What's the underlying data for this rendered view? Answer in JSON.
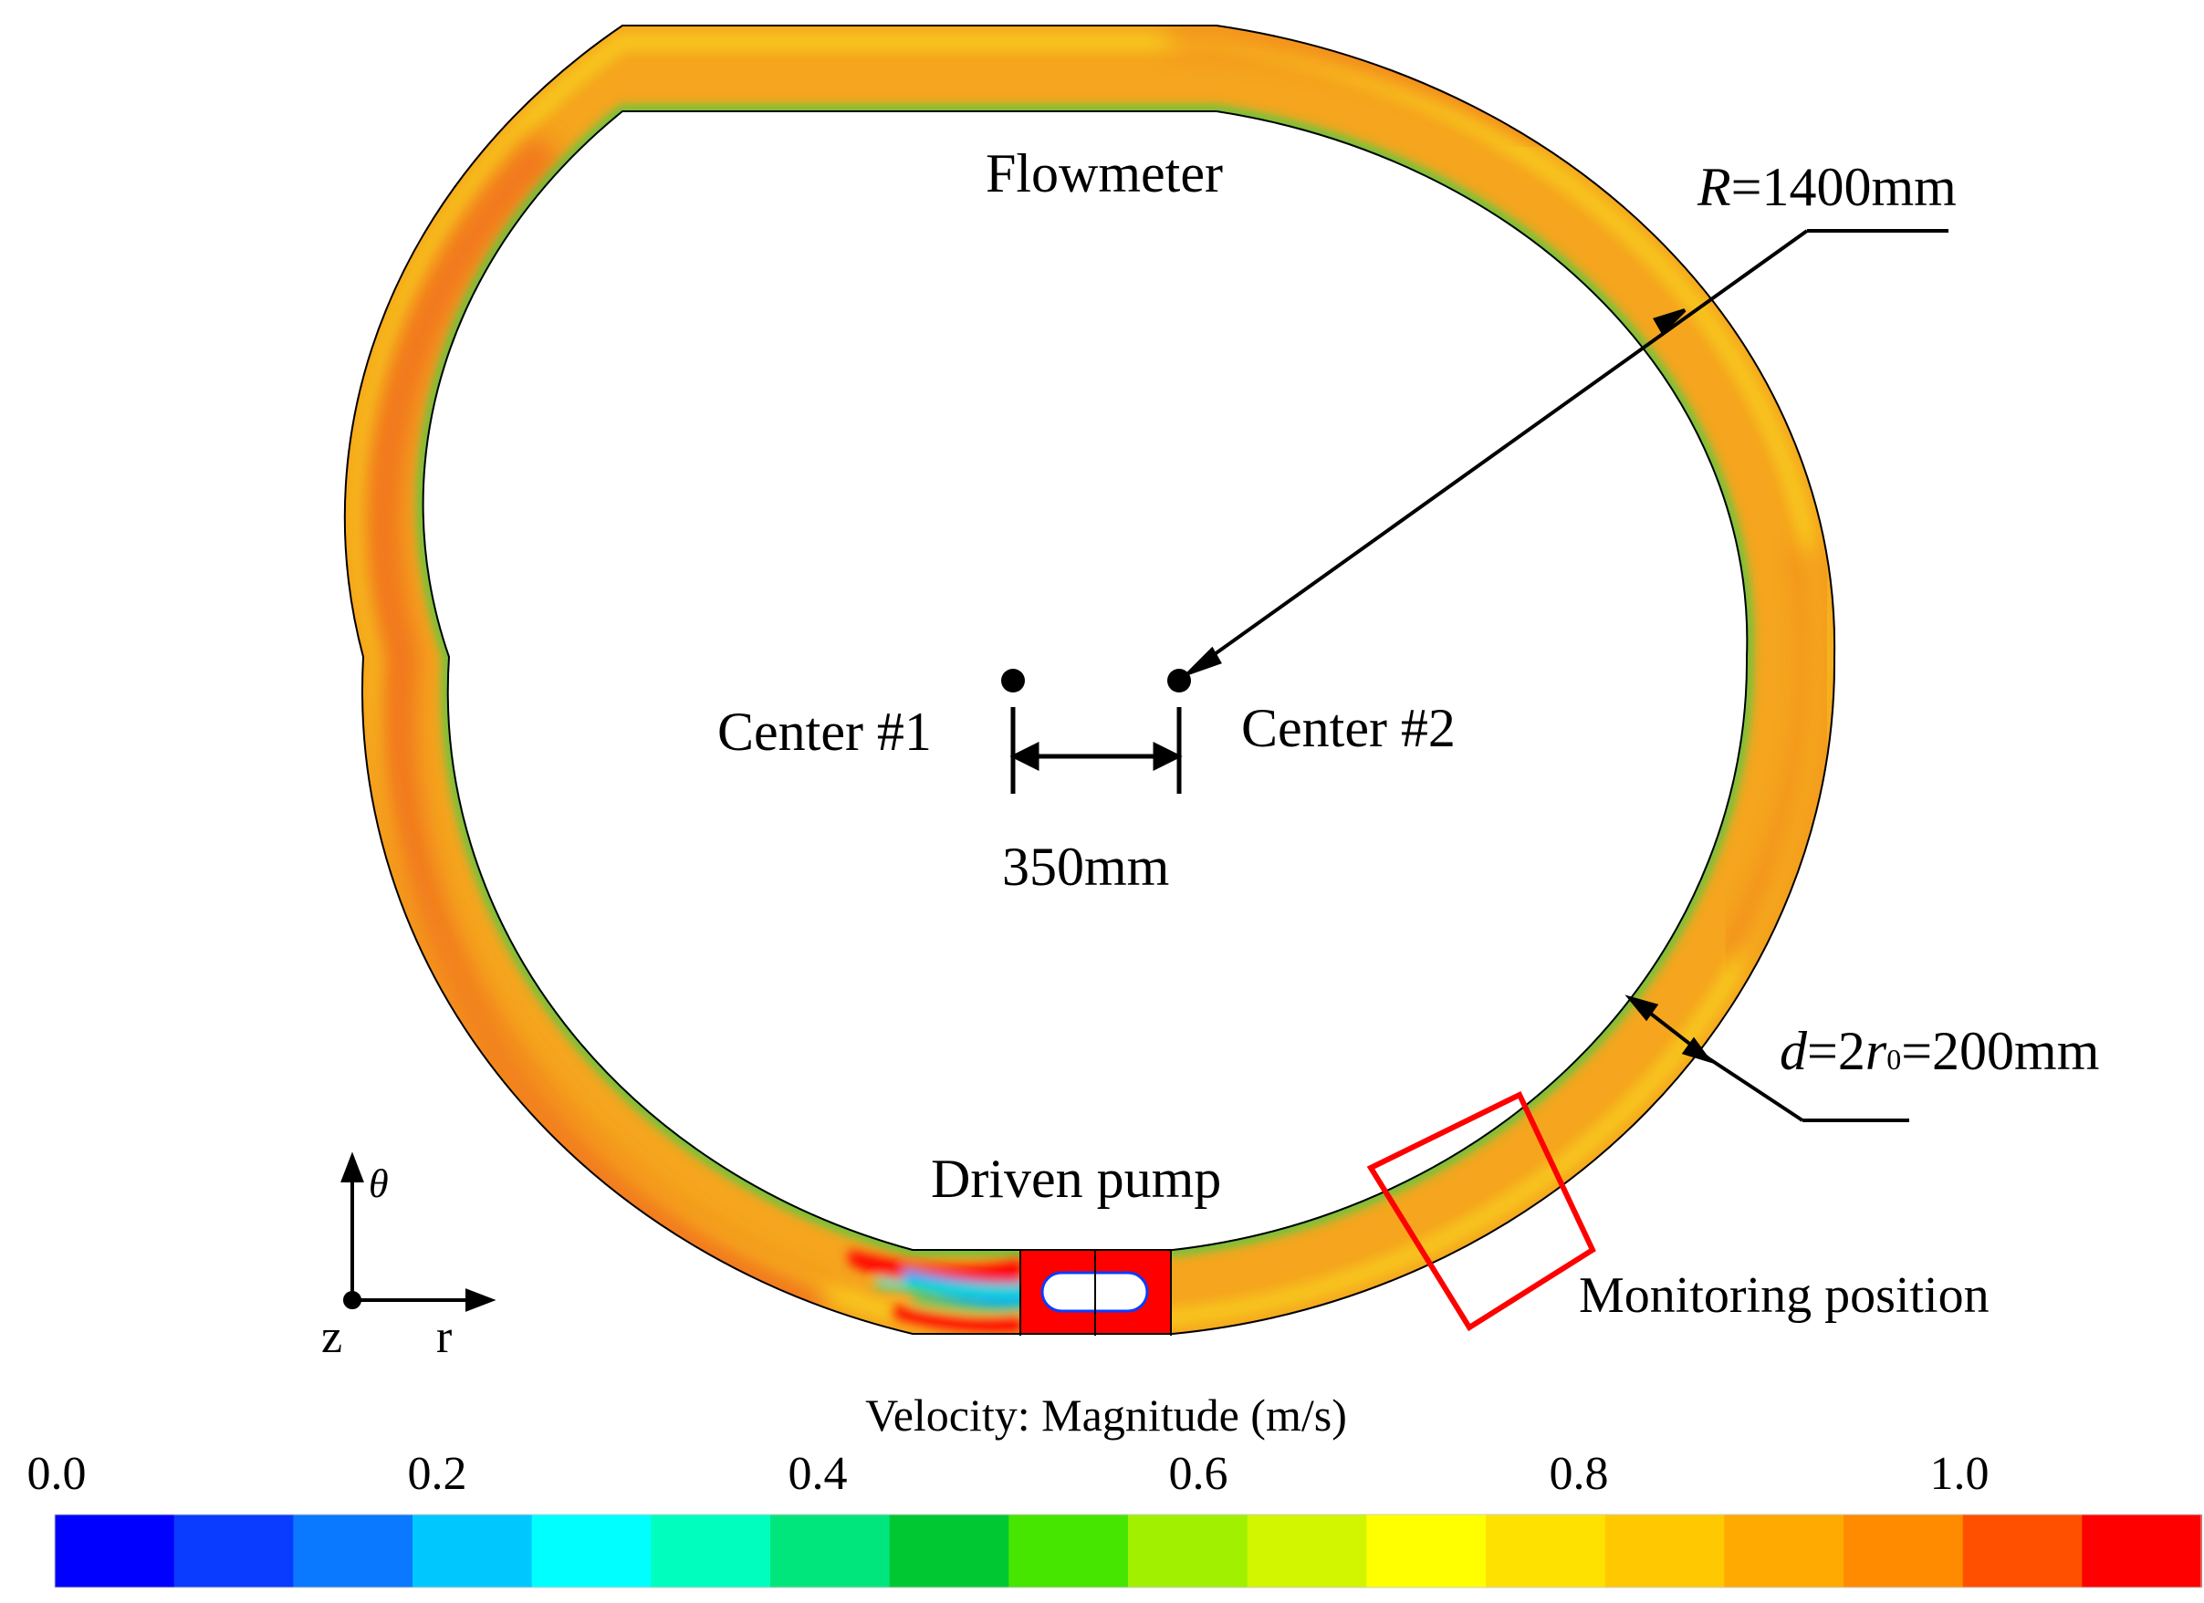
{
  "labels": {
    "flowmeter": "Flowmeter",
    "radius_symbol": "R",
    "radius_value": "=1400mm",
    "center1": "Center #1",
    "center2": "Center #2",
    "offset": "350mm",
    "diameter_symbol": "d",
    "diameter_mid": "=2",
    "diameter_r": "r",
    "diameter_sub": "0",
    "diameter_value": "=200mm",
    "driven_pump": "Driven pump",
    "monitoring": "Monitoring position"
  },
  "axes": {
    "theta": "θ",
    "z": "z",
    "r": "r"
  },
  "colorbar": {
    "title": "Velocity: Magnitude (m/s)",
    "ticks": [
      "0.0",
      "0.2",
      "0.4",
      "0.6",
      "0.8",
      "1.0"
    ],
    "colors": [
      "#0000ff",
      "#0a3cff",
      "#0a78ff",
      "#00c8ff",
      "#00ffff",
      "#00ffbe",
      "#00e67d",
      "#00c832",
      "#46e600",
      "#a0f000",
      "#d2f500",
      "#ffff00",
      "#ffe100",
      "#ffc800",
      "#ffaa00",
      "#ff8c00",
      "#ff5000",
      "#ff0000"
    ]
  },
  "colors": {
    "ring_base": "#f5a51e",
    "ring_outer_band": "#f7c21e",
    "ring_hot": "#f0641e",
    "ring_inner_edge": "#2dd24b",
    "pump_red": "#ff0000",
    "monitor_box": "#ff0000"
  }
}
